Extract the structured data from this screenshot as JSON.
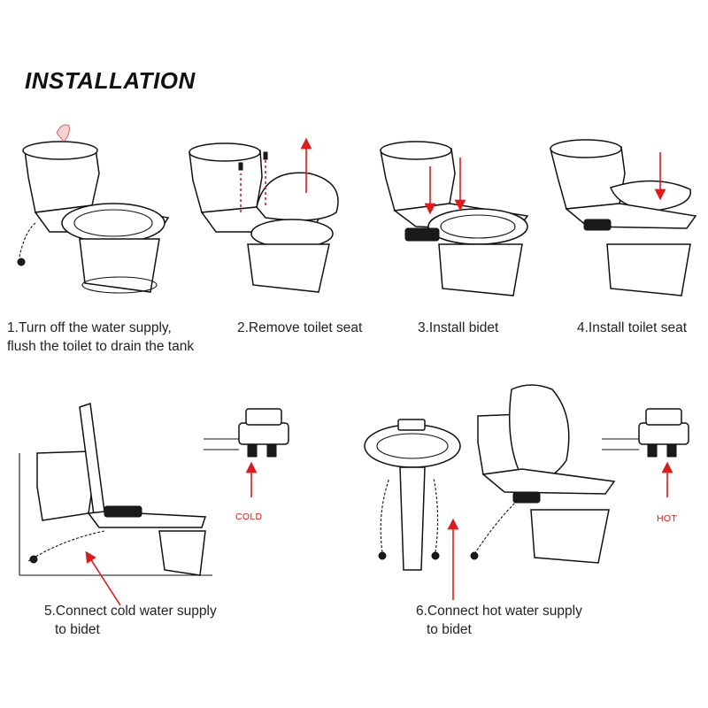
{
  "title": "INSTALLATION",
  "steps": [
    {
      "line1": "1.Turn off the water supply,",
      "line2": "flush the toilet to drain the tank"
    },
    {
      "line1": "2.Remove  toilet seat",
      "line2": ""
    },
    {
      "line1": "3.Install bidet",
      "line2": ""
    },
    {
      "line1": "4.Install toilet seat",
      "line2": ""
    },
    {
      "line1": "5.Connect cold water supply",
      "line2": "to bidet"
    },
    {
      "line1": "6.Connect hot water supply",
      "line2": "to bidet"
    }
  ],
  "labels": {
    "cold": "COLD",
    "hot": "HOT"
  },
  "colors": {
    "arrow": "#e01a1a",
    "line": "#111111"
  }
}
